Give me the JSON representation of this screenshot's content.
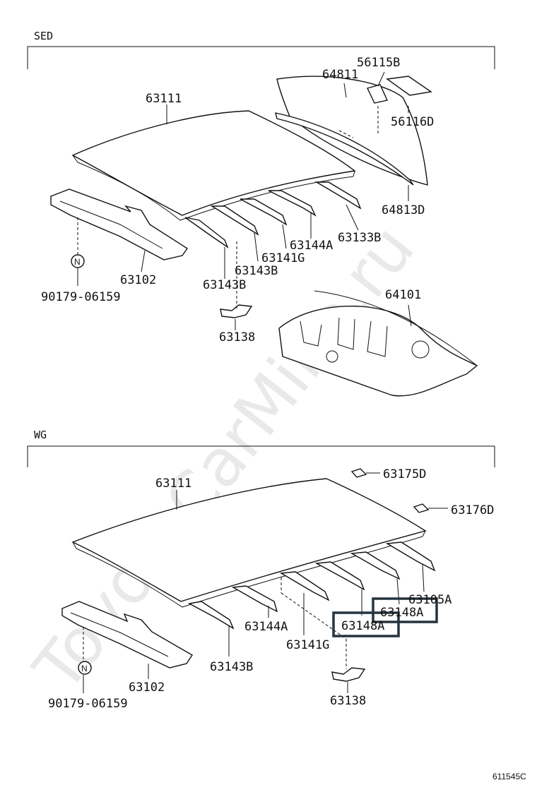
{
  "watermark": "ToyotaCarMine.ru",
  "sections": {
    "sed": {
      "title": "SED",
      "labels": {
        "p63111": "63111",
        "p64811": "64811",
        "p56115B": "56115B",
        "p56116D": "56116D",
        "p64813D": "64813D",
        "p63133B": "63133B",
        "p63144A": "63144A",
        "p63141G": "63141G",
        "p63143B_a": "63143B",
        "p63143B_b": "63143B",
        "p63102": "63102",
        "p90179": "90179-06159",
        "p63138": "63138",
        "p64101": "64101",
        "n_marker": "N"
      }
    },
    "wg": {
      "title": "WG",
      "labels": {
        "p63111": "63111",
        "p63175D": "63175D",
        "p63176D": "63176D",
        "p63105A": "63105A",
        "p63148A_a": "63148A",
        "p63148A_b": "63148A",
        "p63144A": "63144A",
        "p63141G": "63141G",
        "p63143B": "63143B",
        "p63102": "63102",
        "p90179": "90179-06159",
        "p63138": "63138",
        "n_marker": "N"
      }
    }
  },
  "highlight_color": "#24343f",
  "figure_code": "611545C"
}
